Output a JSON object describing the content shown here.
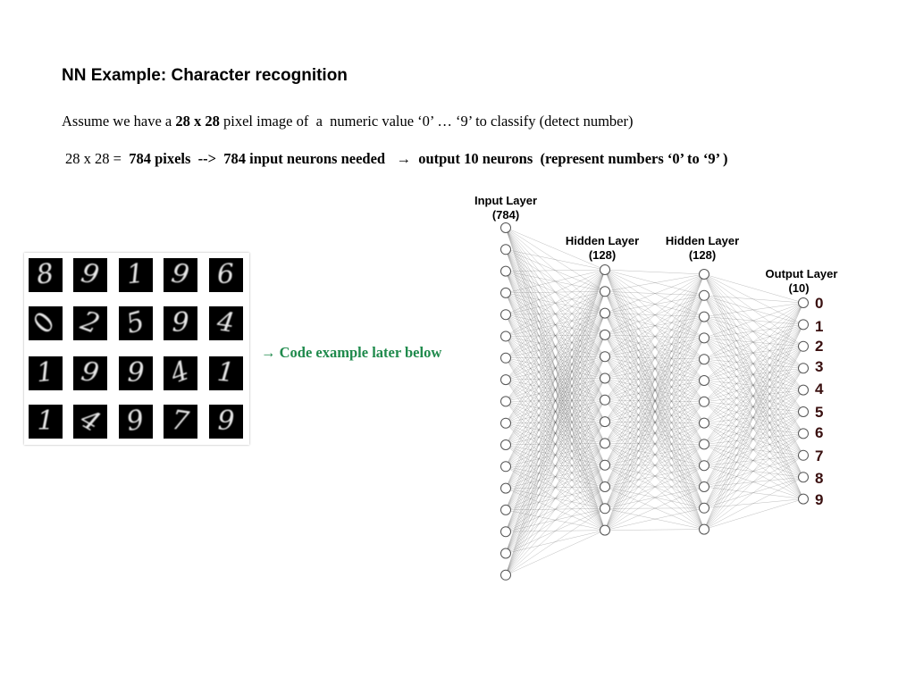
{
  "title": "NN Example: Character recognition",
  "intro": {
    "p1": "Assume we have a ",
    "p2": "28 x 28",
    "p3": " pixel image of  a  numeric value ‘0’ … ‘9’ to classify (detect number)"
  },
  "calc": {
    "p1": "28 x 28 =  ",
    "p2": "784 pixels  -->  784 input neurons needed   →  output 10 neurons  (represent numbers ‘0’ to ‘9’ )"
  },
  "code_note": "→ Code example later below",
  "mnist_digits": [
    "8",
    "9",
    "1",
    "9",
    "6",
    "0",
    "2",
    "5",
    "9",
    "4",
    "1",
    "9",
    "9",
    "4",
    "1",
    "1",
    "4",
    "9",
    "7",
    "9"
  ],
  "network": {
    "layers": [
      {
        "name": "Input Layer",
        "size": "(784)"
      },
      {
        "name": "Hidden Layer",
        "size": "(128)"
      },
      {
        "name": "Hidden Layer",
        "size": "(128)"
      },
      {
        "name": "Output Layer",
        "size": "(10)"
      }
    ],
    "output_labels": [
      "0",
      "1",
      "2",
      "3",
      "4",
      "5",
      "6",
      "7",
      "8",
      "9"
    ]
  }
}
